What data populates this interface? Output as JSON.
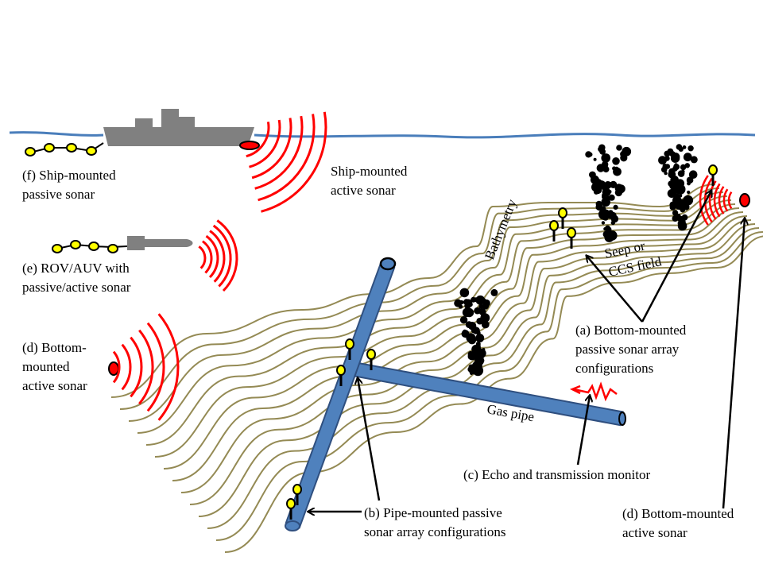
{
  "labels": {
    "f_line1": "(f) Ship-mounted",
    "f_line2": "passive sonar",
    "ship_active_line1": "Ship-mounted",
    "ship_active_line2": "active sonar",
    "e_line1": "(e) ROV/AUV with",
    "e_line2": "passive/active sonar",
    "d_left_line1": "(d) Bottom-",
    "d_left_line2": "mounted",
    "d_left_line3": "active sonar",
    "bathymetry": "Bathymetry",
    "seep_line1": "Seep or",
    "seep_line2": "CCS field",
    "a_line1": "(a) Bottom-mounted",
    "a_line2": "passive sonar array",
    "a_line3": "configurations",
    "gas_pipe": "Gas pipe",
    "c_label": "(c) Echo and transmission monitor",
    "b_line1": "(b) Pipe-mounted passive",
    "b_line2": "sonar array configurations",
    "d_right_line1": "(d) Bottom-mounted",
    "d_right_line2": "active sonar"
  },
  "colors": {
    "sea_surface": "#4a7ebb",
    "vessel": "#808080",
    "sonar_wave": "#ff0000",
    "sensor": "#ffff00",
    "pipe": "#4f81bd",
    "bathymetry": "#948a54",
    "bubbles": "#000000"
  }
}
